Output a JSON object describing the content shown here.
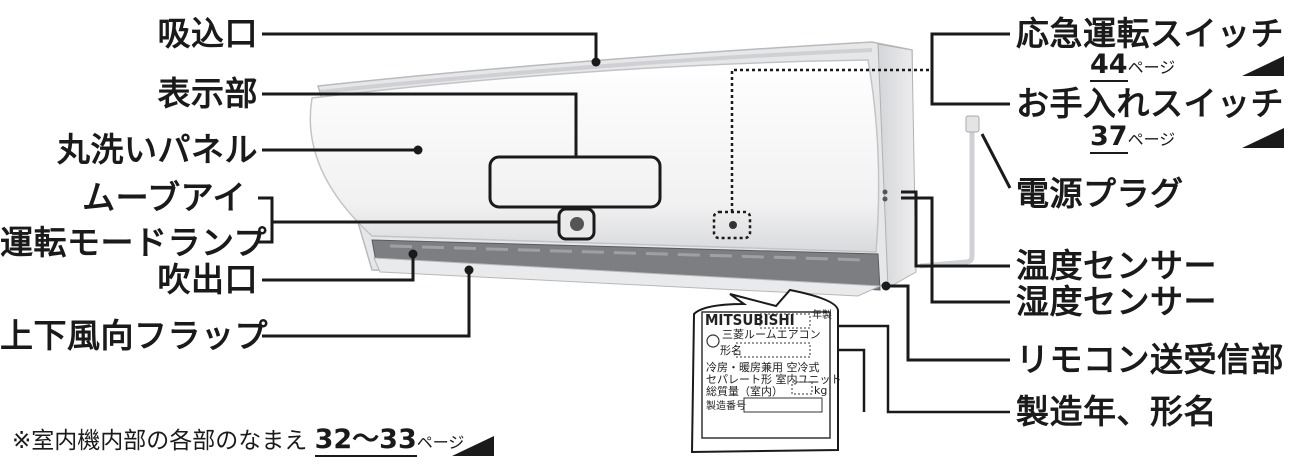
{
  "labels": {
    "intake": "吸込口",
    "display": "表示部",
    "washable_panel": "丸洗いパネル",
    "move_eye": "ムーブアイ",
    "mode_lamp": "運転モードランプ",
    "outlet": "吹出口",
    "flap": "上下風向フラップ",
    "emergency_switch": "応急運転スイッチ",
    "emergency_ref": {
      "page": "44",
      "suffix": "ページ"
    },
    "cleaning_switch": "お手入れスイッチ",
    "cleaning_ref": {
      "page": "37",
      "suffix": "ページ"
    },
    "power_plug": "電源プラグ",
    "temp_sensor": "温度センサー",
    "humidity_sensor": "湿度センサー",
    "remote_receiver": "リモコン送受信部",
    "year_model": "製造年、形名"
  },
  "footnote": {
    "text": "※室内機内部の各部のなまえ",
    "pages": "32〜33",
    "suffix": "ページ"
  },
  "nameplate": {
    "brand": "MITSUBISHI",
    "year_mark": "年製",
    "product": "三菱ルームエアコン",
    "model_label": "形名",
    "line1": "冷房・暖房兼用 空冷式",
    "line2": "セパレート形 室内ユニット",
    "line3": "総質量（室内）",
    "unit": "kg",
    "serial_label": "製造番号"
  },
  "colors": {
    "line": "#1a1a1a",
    "unit_body": "#f3f3f4",
    "unit_shadow": "#c9cacd"
  }
}
